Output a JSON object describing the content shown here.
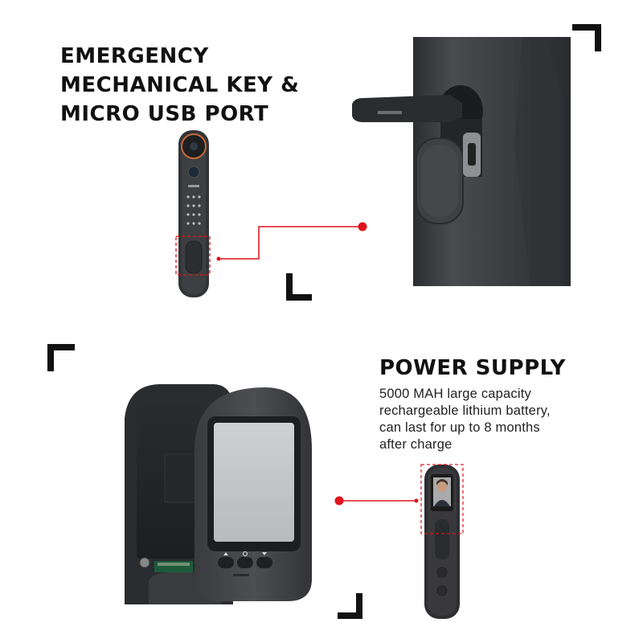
{
  "section_key": {
    "title_lines": [
      "EMERGENCY",
      "MECHANICAL KEY &",
      "MICRO USB PORT"
    ]
  },
  "section_power": {
    "title": "POWER SUPPLY",
    "description_lines": [
      "5000 MAH large capacity",
      "rechargeable lithium battery,",
      "can last for up to 8 months",
      "after charge"
    ]
  },
  "colors": {
    "accent_red": "#e0141b",
    "lock_body": "#3d3e40",
    "lock_dark": "#26272a",
    "corner_black": "#111111"
  }
}
